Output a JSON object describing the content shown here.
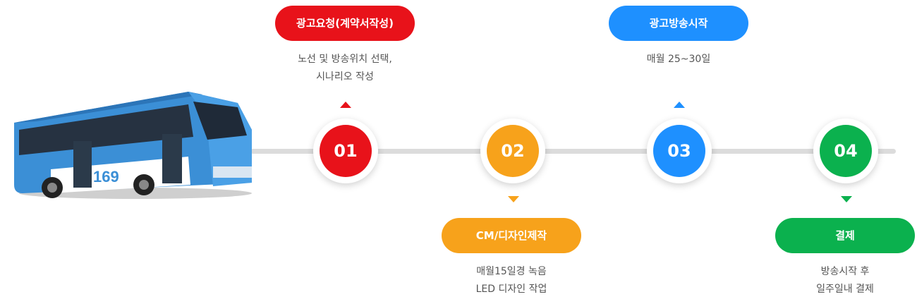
{
  "steps": [
    {
      "number": "01",
      "label": "광고요청(계약서작성)",
      "desc": [
        "노선 및 방송위치 선택,",
        "시나리오 작성"
      ],
      "color": "#e8121a"
    },
    {
      "number": "02",
      "label": "CM/디자인제작",
      "desc": [
        "매월15일경 녹음",
        "LED 디자인 작업"
      ],
      "color": "#f7a21b"
    },
    {
      "number": "03",
      "label": "광고방송시작",
      "desc": [
        "매월 25~30일"
      ],
      "color": "#1e90ff"
    },
    {
      "number": "04",
      "label": "결제",
      "desc": [
        "방송시작 후",
        "일주일내 결제"
      ],
      "color": "#0bb14e"
    }
  ],
  "bus": {
    "route_number": "169",
    "color": "#3b8fd6"
  }
}
